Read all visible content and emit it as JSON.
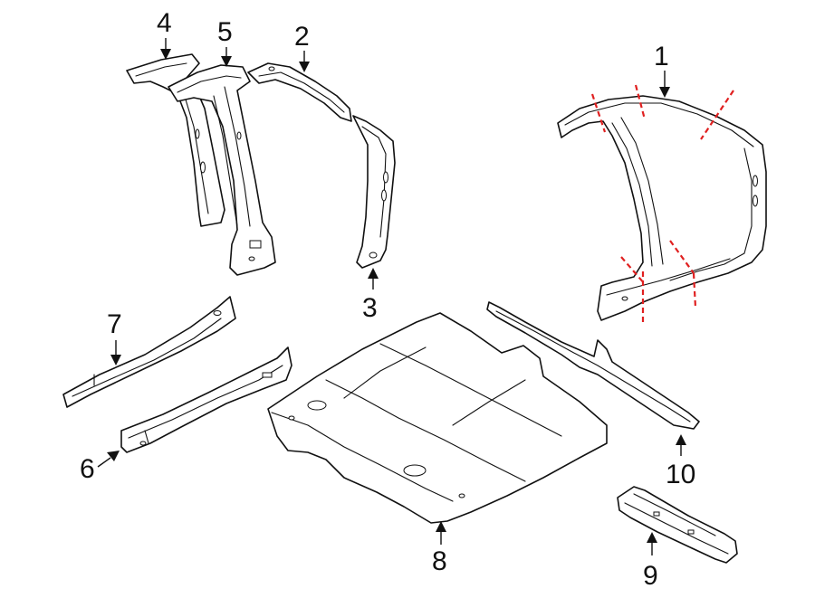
{
  "callouts": [
    {
      "id": "1",
      "label": "1"
    },
    {
      "id": "2",
      "label": "2"
    },
    {
      "id": "3",
      "label": "3"
    },
    {
      "id": "4",
      "label": "4"
    },
    {
      "id": "5",
      "label": "5"
    },
    {
      "id": "6",
      "label": "6"
    },
    {
      "id": "7",
      "label": "7"
    },
    {
      "id": "8",
      "label": "8"
    },
    {
      "id": "9",
      "label": "9"
    },
    {
      "id": "10",
      "label": "10"
    }
  ],
  "colors": {
    "line": "#111111",
    "cut_line": "#e02020",
    "background": "#ffffff"
  }
}
